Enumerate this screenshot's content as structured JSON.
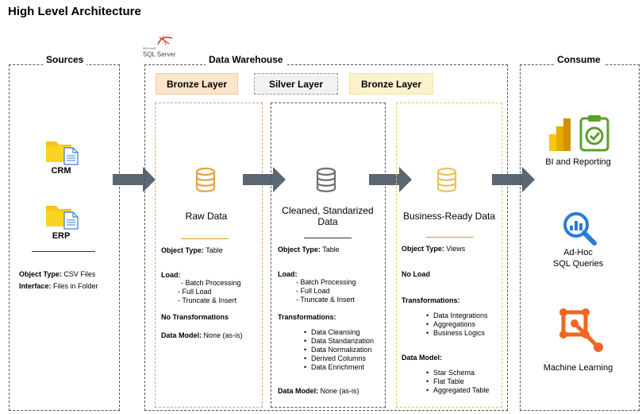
{
  "title": "High Level Architecture",
  "sources": {
    "heading": "Sources",
    "items": [
      {
        "label": "CRM",
        "icon": "folder-file-icon"
      },
      {
        "label": "ERP",
        "icon": "folder-file-icon"
      }
    ],
    "object_type_label": "Object Type:",
    "object_type_value": "CSV Files",
    "interface_label": "Interface:",
    "interface_value": "Files in Folder"
  },
  "warehouse": {
    "heading": "Data Warehouse",
    "platform_small": "Microsoft",
    "platform": "SQL Server",
    "layers": [
      {
        "badge": "Bronze Layer",
        "title": "Raw Data",
        "object_type_label": "Object Type:",
        "object_type_value": "Table",
        "load_label": "Load:",
        "load_items": [
          "Batch Processing",
          "Full Load",
          "Truncate & Insert"
        ],
        "transformations_label": "No Transformations",
        "data_model_label": "Data Model:",
        "data_model_value": "None (as-is)"
      },
      {
        "badge": "Silver Layer",
        "title": "Cleaned, Standarized Data",
        "object_type_label": "Object Type:",
        "object_type_value": "Table",
        "load_label": "Load:",
        "load_items": [
          "Batch Processing",
          "Full Load",
          "Truncate & Insert"
        ],
        "transformations_label": "Transformations:",
        "transformations": [
          "Data Cleansing",
          "Data Standarization",
          "Data Normalization",
          "Derived Columns",
          "Data Enrichment"
        ],
        "data_model_label": "Data Model:",
        "data_model_value": "None (as-is)"
      },
      {
        "badge": "Bronze Layer",
        "title": "Business-Ready Data",
        "object_type_label": "Object Type:",
        "object_type_value": "Views",
        "load_label": "No Load",
        "transformations_label": "Transformations:",
        "transformations": [
          "Data Integrations",
          "Aggregations",
          "Business Logics"
        ],
        "data_model_label": "Data Model:",
        "data_models": [
          "Star Schema",
          "Flat Table",
          "Aggregated Table"
        ]
      }
    ]
  },
  "consume": {
    "heading": "Consume",
    "items": [
      {
        "label": "BI and Reporting",
        "icon": "bi-reporting-icon"
      },
      {
        "label": "Ad-Hoc\nSQL Queries",
        "label_line1": "Ad-Hoc",
        "label_line2": "SQL Queries",
        "icon": "sql-query-icon"
      },
      {
        "label": "Machine Learning",
        "icon": "machine-learning-icon"
      }
    ]
  },
  "colors": {
    "bronze_fill": "#fde4cc",
    "bronze_border": "#e0a060",
    "silver_fill": "#f2f2f2",
    "gold_fill": "#fdf2cc",
    "gold_border": "#e6c45a",
    "arrow": "#5a6672",
    "rule_gold": "#c9a227"
  }
}
